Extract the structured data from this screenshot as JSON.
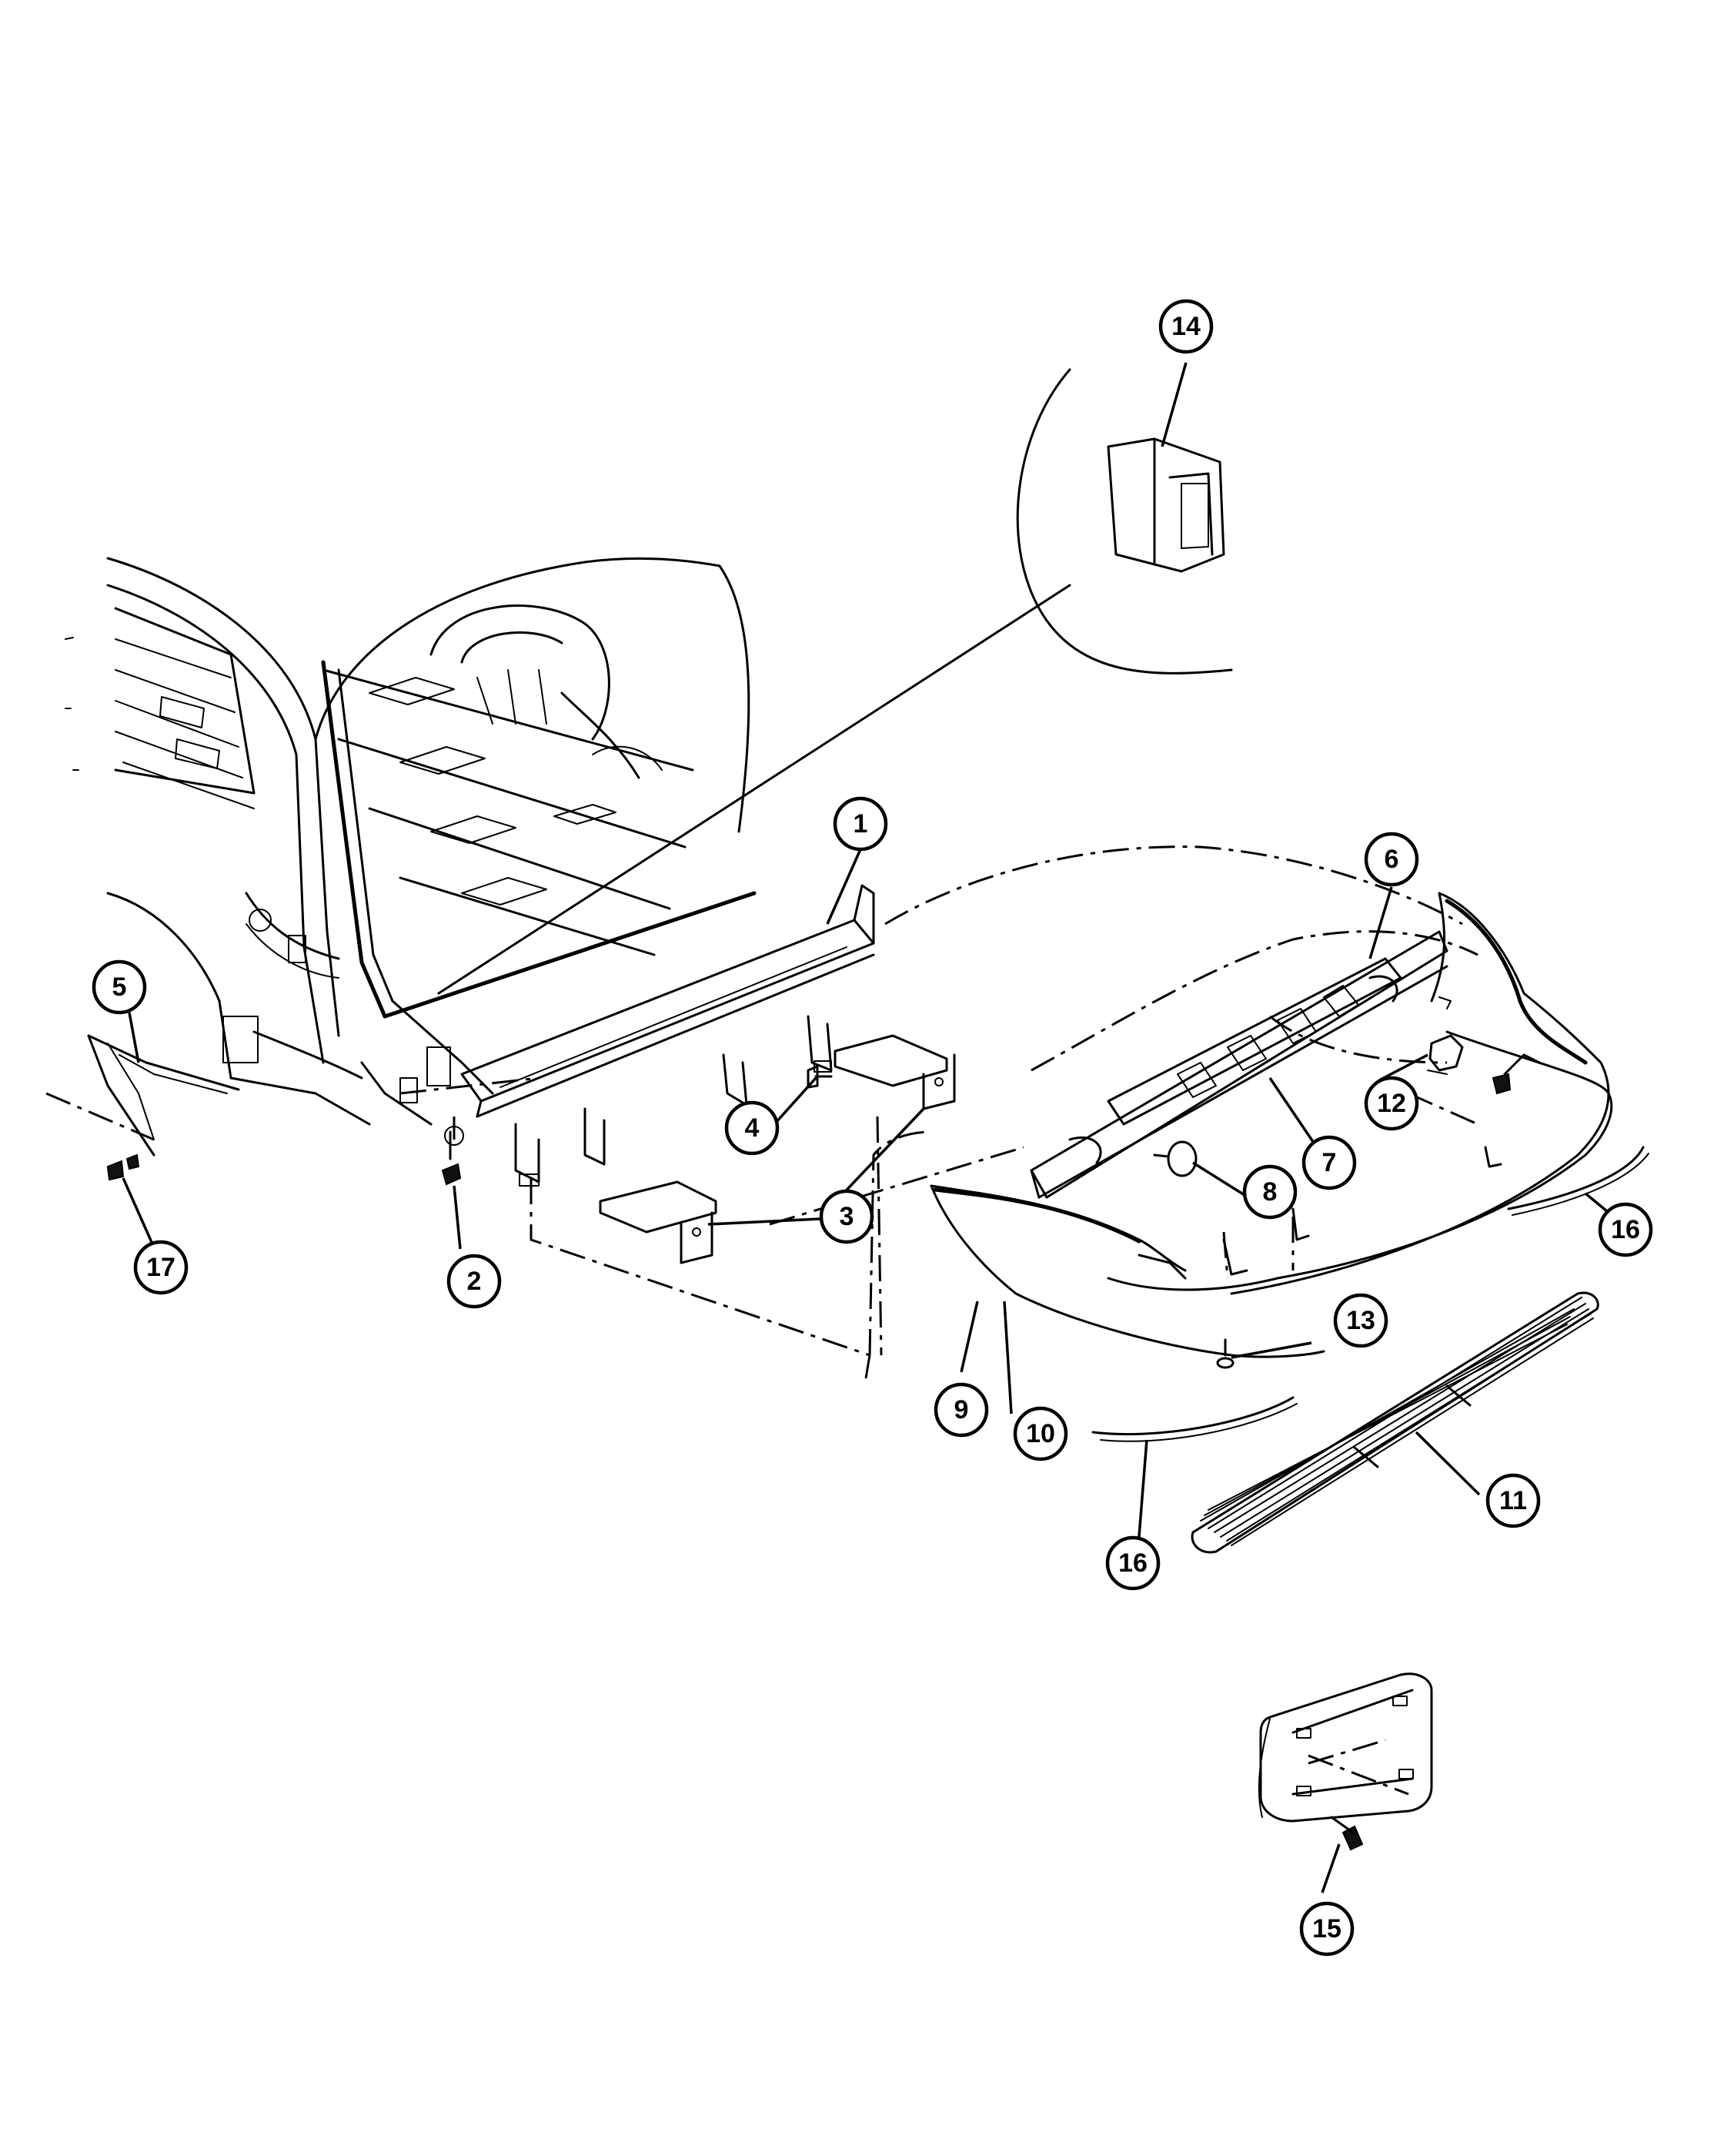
{
  "diagram": {
    "background": "#ffffff",
    "ink": "#000000",
    "callouts": [
      {
        "id": "c1",
        "label": "1"
      },
      {
        "id": "c2",
        "label": "2"
      },
      {
        "id": "c3",
        "label": "3"
      },
      {
        "id": "c4",
        "label": "4"
      },
      {
        "id": "c5",
        "label": "5"
      },
      {
        "id": "c6",
        "label": "6"
      },
      {
        "id": "c7",
        "label": "7"
      },
      {
        "id": "c8",
        "label": "8"
      },
      {
        "id": "c9",
        "label": "9"
      },
      {
        "id": "c10",
        "label": "10"
      },
      {
        "id": "c11",
        "label": "11"
      },
      {
        "id": "c12",
        "label": "12"
      },
      {
        "id": "c13",
        "label": "13"
      },
      {
        "id": "c14",
        "label": "14"
      },
      {
        "id": "c15",
        "label": "15"
      },
      {
        "id": "c16a",
        "label": "16"
      },
      {
        "id": "c16b",
        "label": "16"
      },
      {
        "id": "c17",
        "label": "17"
      }
    ]
  }
}
